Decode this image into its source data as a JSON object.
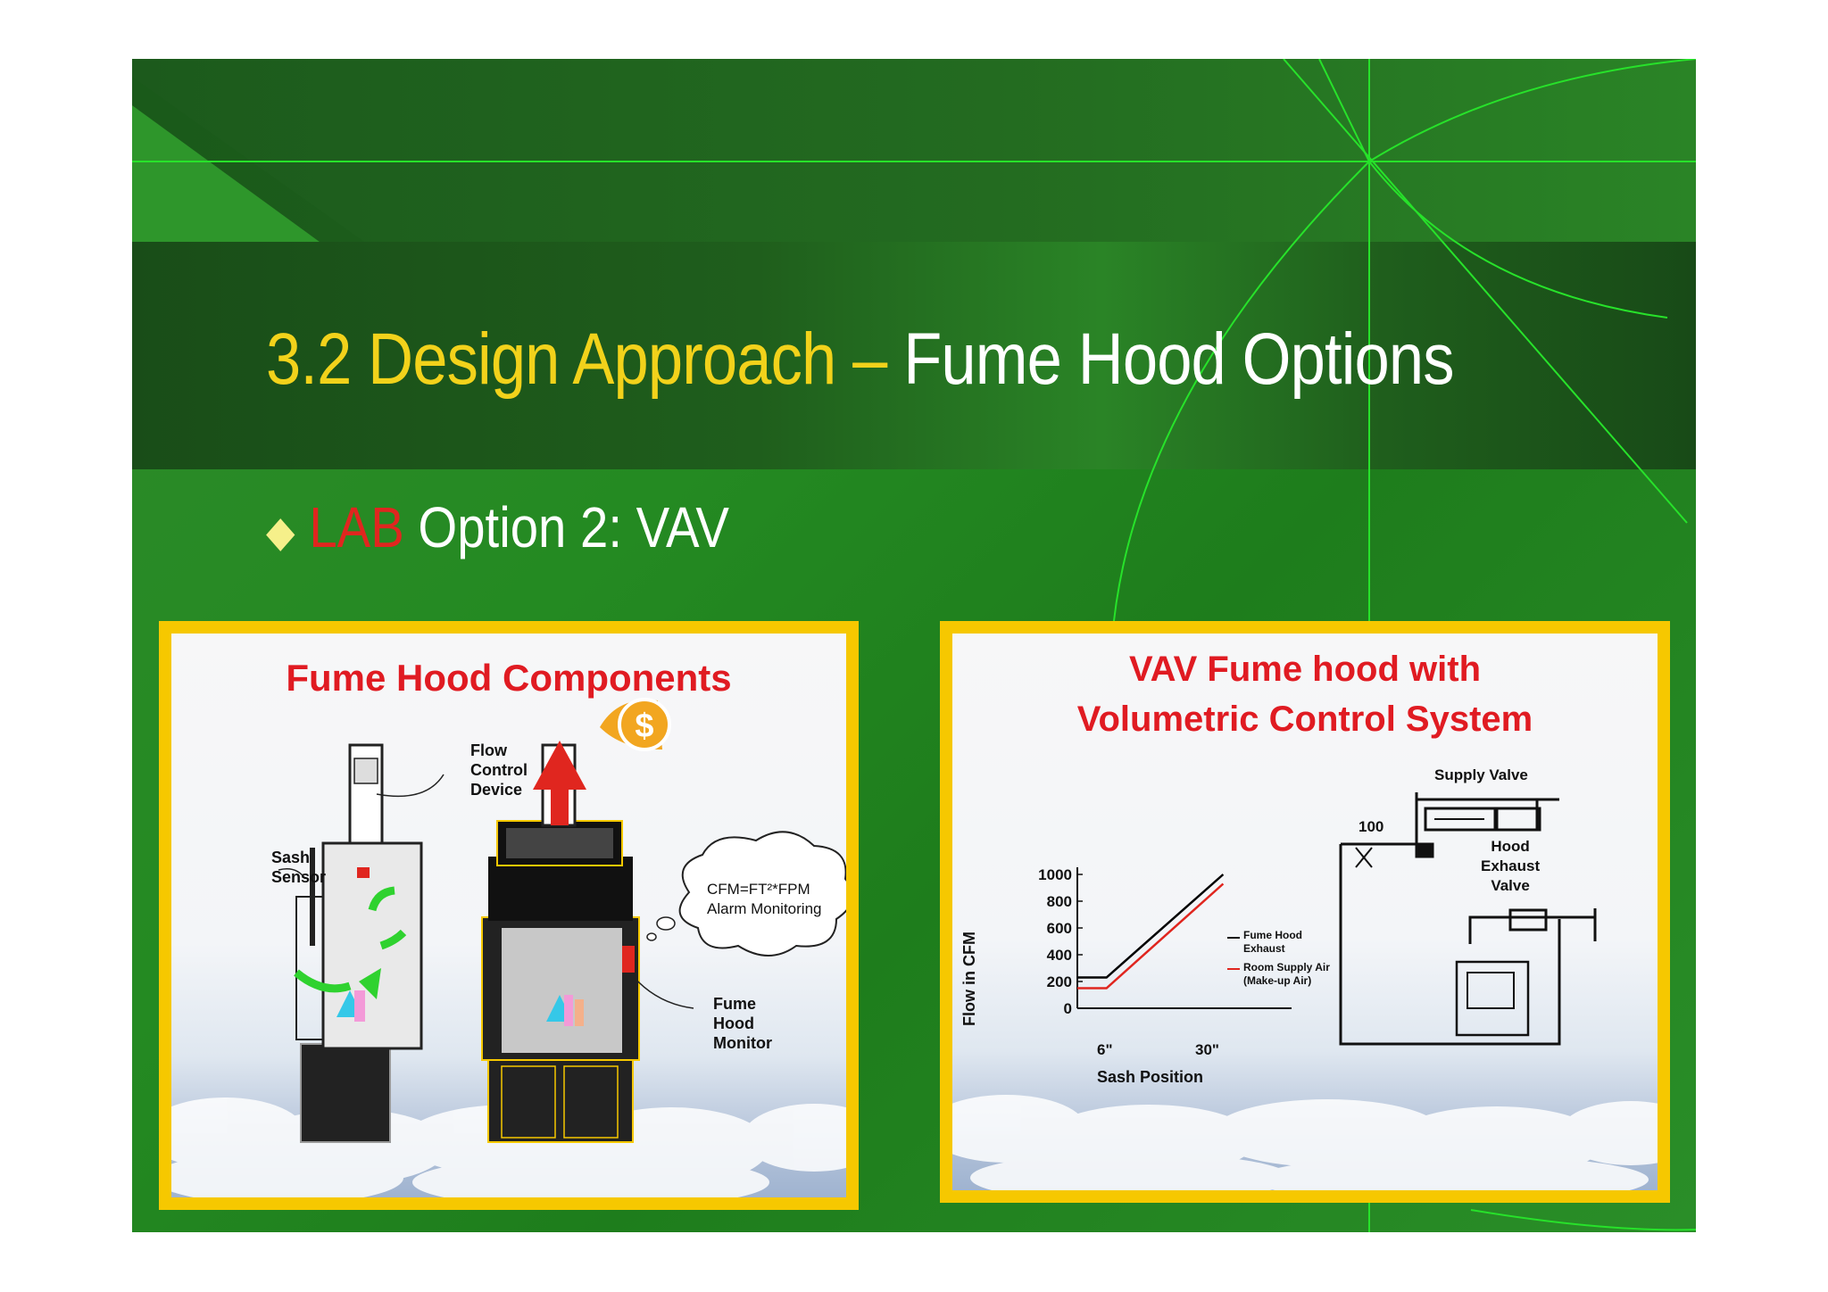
{
  "slide": {
    "title_number_part": "3.2 Design Approach – ",
    "title_rest": "Fume Hood Options",
    "bullet_lab": "LAB",
    "bullet_text": " Option 2: VAV"
  },
  "left_panel": {
    "title": "Fume Hood Components",
    "labels": {
      "flow_control_1": "Flow",
      "flow_control_2": "Control",
      "flow_control_3": "Device",
      "sash_sensor_1": "Sash",
      "sash_sensor_2": "Sensor",
      "cloud_1": "CFM=FT²*FPM",
      "cloud_2": "Alarm Monitoring",
      "monitor_1": "Fume",
      "monitor_2": "Hood",
      "monitor_3": "Monitor"
    },
    "icons": [
      "up-arrow-icon",
      "dollar-coin-icon"
    ]
  },
  "right_panel": {
    "title_line1": "VAV Fume hood with",
    "title_line2": "Volumetric Control System",
    "diagram_labels": {
      "supply_valve": "Supply Valve",
      "hood_exhaust_1": "Hood",
      "hood_exhaust_2": "Exhaust",
      "hood_exhaust_3": "Valve",
      "hundred": "100"
    },
    "chart_data": {
      "type": "line",
      "xlabel": "Sash Position",
      "ylabel": "Flow in CFM",
      "x_tick_labels": [
        "6\"",
        "30\""
      ],
      "y_ticks": [
        "1000",
        "800",
        "600",
        "400",
        "200",
        "0"
      ],
      "ylim": [
        0,
        1000
      ],
      "series": [
        {
          "name": "Fume Hood Exhaust",
          "color": "#000000",
          "points": [
            [
              0,
              230
            ],
            [
              6,
              230
            ],
            [
              30,
              1000
            ]
          ]
        },
        {
          "name": "Room Supply Air (Make-up Air)",
          "color": "#e0261f",
          "points": [
            [
              0,
              150
            ],
            [
              6,
              150
            ],
            [
              30,
              930
            ]
          ]
        }
      ],
      "legend": [
        "Fume Hood",
        "Exhaust",
        "Room Supply Air",
        "(Make-up Air)"
      ]
    }
  },
  "colors": {
    "title_yellow": "#f2d21b",
    "accent_red": "#e0261f",
    "panel_border": "#f6c800",
    "slide_green": "#248a22"
  }
}
